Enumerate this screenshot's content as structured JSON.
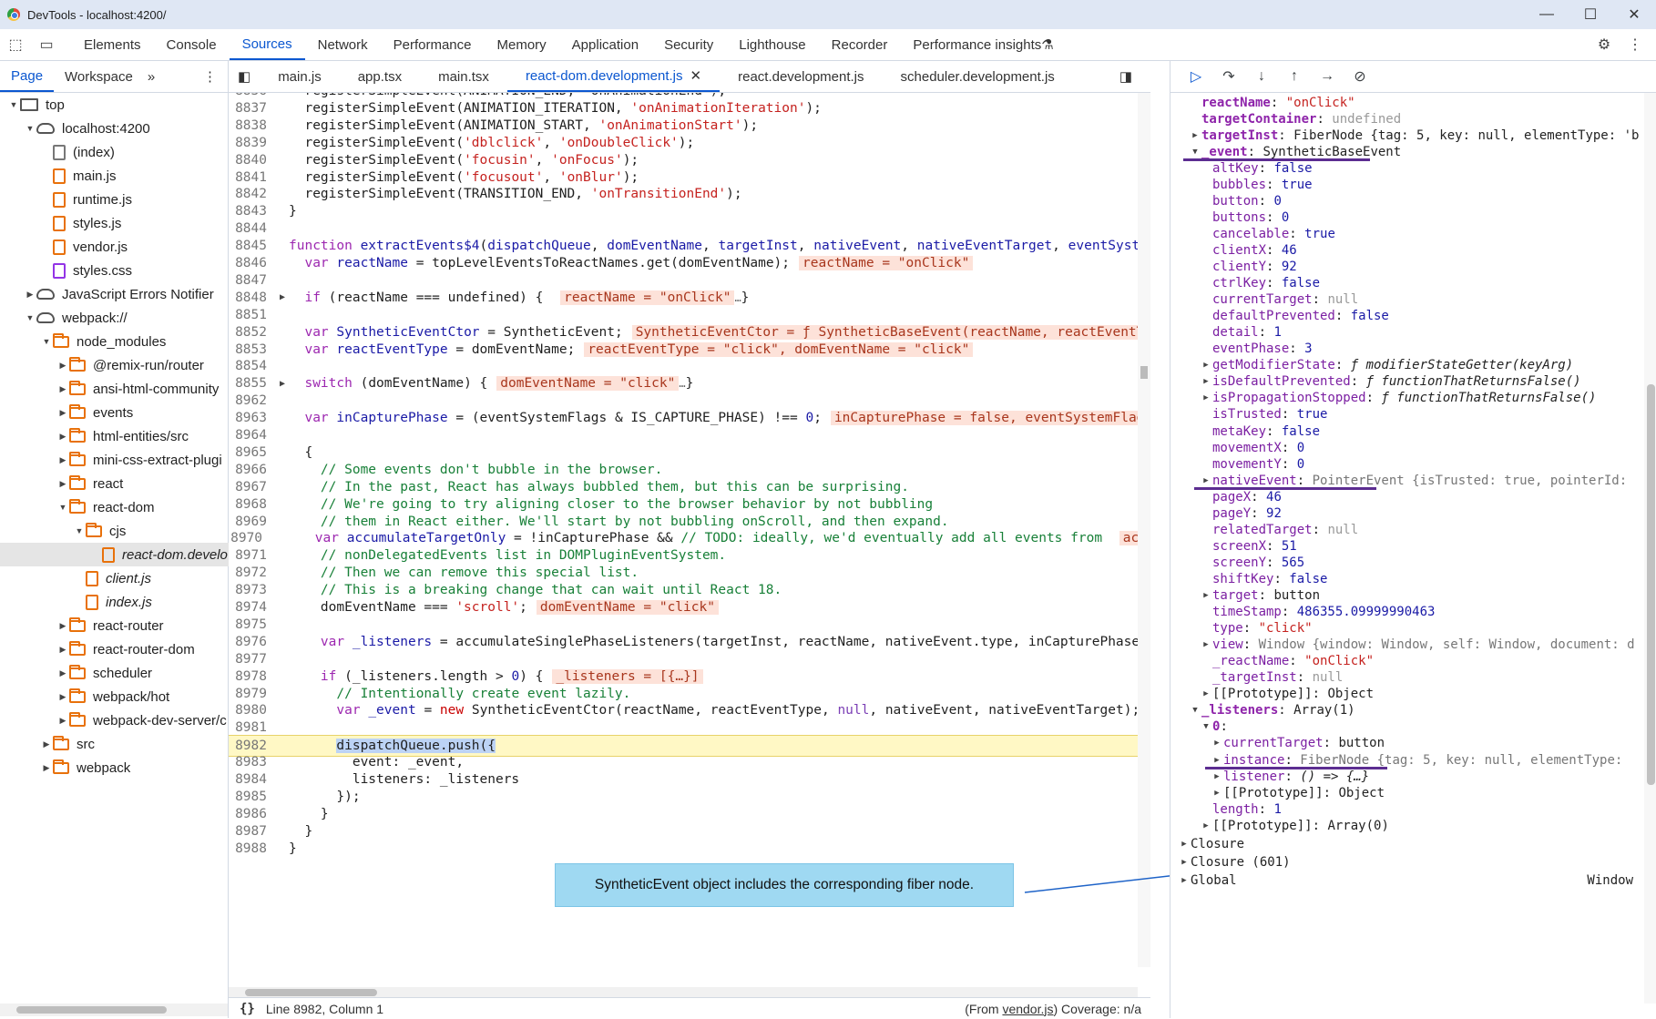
{
  "window": {
    "title": "DevTools - localhost:4200/"
  },
  "main_tabs": [
    "Elements",
    "Console",
    "Sources",
    "Network",
    "Performance",
    "Memory",
    "Application",
    "Security",
    "Lighthouse",
    "Recorder",
    "Performance insights"
  ],
  "active_main_tab": "Sources",
  "left": {
    "tabs": [
      "Page",
      "Workspace"
    ],
    "tree": [
      {
        "label": "top",
        "depth": 0,
        "arrow": "down",
        "icon": "frame"
      },
      {
        "label": "localhost:4200",
        "depth": 1,
        "arrow": "down",
        "icon": "cloud"
      },
      {
        "label": "(index)",
        "depth": 2,
        "arrow": "",
        "icon": "file-gray"
      },
      {
        "label": "main.js",
        "depth": 2,
        "arrow": "",
        "icon": "file"
      },
      {
        "label": "runtime.js",
        "depth": 2,
        "arrow": "",
        "icon": "file"
      },
      {
        "label": "styles.js",
        "depth": 2,
        "arrow": "",
        "icon": "file"
      },
      {
        "label": "vendor.js",
        "depth": 2,
        "arrow": "",
        "icon": "file"
      },
      {
        "label": "styles.css",
        "depth": 2,
        "arrow": "",
        "icon": "file-purple"
      },
      {
        "label": "JavaScript Errors Notifier",
        "depth": 1,
        "arrow": "right",
        "icon": "cloud"
      },
      {
        "label": "webpack://",
        "depth": 1,
        "arrow": "down",
        "icon": "cloud"
      },
      {
        "label": "node_modules",
        "depth": 2,
        "arrow": "down",
        "icon": "folder"
      },
      {
        "label": "@remix-run/router",
        "depth": 3,
        "arrow": "right",
        "icon": "folder"
      },
      {
        "label": "ansi-html-community",
        "depth": 3,
        "arrow": "right",
        "icon": "folder"
      },
      {
        "label": "events",
        "depth": 3,
        "arrow": "right",
        "icon": "folder"
      },
      {
        "label": "html-entities/src",
        "depth": 3,
        "arrow": "right",
        "icon": "folder"
      },
      {
        "label": "mini-css-extract-plugi",
        "depth": 3,
        "arrow": "right",
        "icon": "folder"
      },
      {
        "label": "react",
        "depth": 3,
        "arrow": "right",
        "icon": "folder"
      },
      {
        "label": "react-dom",
        "depth": 3,
        "arrow": "down",
        "icon": "folder"
      },
      {
        "label": "cjs",
        "depth": 4,
        "arrow": "down",
        "icon": "folder"
      },
      {
        "label": "react-dom.develo",
        "depth": 5,
        "arrow": "",
        "icon": "file",
        "italic": true,
        "selected": true
      },
      {
        "label": "client.js",
        "depth": 4,
        "arrow": "",
        "icon": "file",
        "italic": true
      },
      {
        "label": "index.js",
        "depth": 4,
        "arrow": "",
        "icon": "file",
        "italic": true
      },
      {
        "label": "react-router",
        "depth": 3,
        "arrow": "right",
        "icon": "folder"
      },
      {
        "label": "react-router-dom",
        "depth": 3,
        "arrow": "right",
        "icon": "folder"
      },
      {
        "label": "scheduler",
        "depth": 3,
        "arrow": "right",
        "icon": "folder"
      },
      {
        "label": "webpack/hot",
        "depth": 3,
        "arrow": "right",
        "icon": "folder"
      },
      {
        "label": "webpack-dev-server/c",
        "depth": 3,
        "arrow": "right",
        "icon": "folder"
      },
      {
        "label": "src",
        "depth": 2,
        "arrow": "right",
        "icon": "folder"
      },
      {
        "label": "webpack",
        "depth": 2,
        "arrow": "right",
        "icon": "folder"
      }
    ]
  },
  "editor": {
    "tabs": [
      "main.js",
      "app.tsx",
      "main.tsx",
      "react-dom.development.js",
      "react.development.js",
      "scheduler.development.js"
    ],
    "active_tab": "react-dom.development.js",
    "lines": [
      {
        "n": "8836",
        "html": "  registerSimpleEvent(ANIMATION_END, 'onAnimationEnd');"
      },
      {
        "n": "8837",
        "html": "  registerSimpleEvent(ANIMATION_ITERATION, <s>'onAnimationIteration'</s>);"
      },
      {
        "n": "8838",
        "html": "  registerSimpleEvent(ANIMATION_START, <s>'onAnimationStart'</s>);"
      },
      {
        "n": "8839",
        "html": "  registerSimpleEvent(<s>'dblclick'</s>, <s>'onDoubleClick'</s>);"
      },
      {
        "n": "8840",
        "html": "  registerSimpleEvent(<s>'focusin'</s>, <s>'onFocus'</s>);"
      },
      {
        "n": "8841",
        "html": "  registerSimpleEvent(<s>'focusout'</s>, <s>'onBlur'</s>);"
      },
      {
        "n": "8842",
        "html": "  registerSimpleEvent(TRANSITION_END, <s>'onTransitionEnd'</s>);"
      },
      {
        "n": "8843",
        "html": "}"
      },
      {
        "n": "8844",
        "html": ""
      },
      {
        "n": "8845",
        "html": "<k>function</k> <f>extractEvents$4</f>(<v>dispatchQueue</v>, <v>domEventName</v>, <v>targetInst</v>, <v>nativeEvent</v>, <v>nativeEventTarget</v>, <v>eventSyste</v>"
      },
      {
        "n": "8846",
        "html": "  <k>var</k> <v>reactName</v> = topLevelEventsToReactNames.get(domEventName);<i>reactName = \"onClick\"</i>"
      },
      {
        "n": "8847",
        "html": ""
      },
      {
        "n": "8848",
        "fold": true,
        "html": "  <k>if</k> (reactName === undefined) { <i>reactName = \"onClick\"</i><e>…</e>}"
      },
      {
        "n": "8851",
        "html": ""
      },
      {
        "n": "8852",
        "html": "  <k>var</k> <v>SyntheticEventCtor</v> = SyntheticEvent;<i>SyntheticEventCtor = ƒ SyntheticBaseEvent(reactName, reactEventT</i>"
      },
      {
        "n": "8853",
        "html": "  <k>var</k> <v>reactEventType</v> = domEventName;<i>reactEventType = \"click\", domEventName = \"click\"</i>"
      },
      {
        "n": "8854",
        "html": ""
      },
      {
        "n": "8855",
        "fold": true,
        "html": "  <k>switch</k> (domEventName) {<i>domEventName = \"click\"</i><e>…</e>}"
      },
      {
        "n": "8962",
        "html": ""
      },
      {
        "n": "8963",
        "html": "  <k>var</k> <v>inCapturePhase</v> = (eventSystemFlags &amp; IS_CAPTURE_PHASE) !== <n>0</n>;<i>inCapturePhase = false, eventSystemFlag</i>"
      },
      {
        "n": "8964",
        "html": ""
      },
      {
        "n": "8965",
        "html": "  {"
      },
      {
        "n": "8966",
        "html": "    <c>// Some events don't bubble in the browser.</c>"
      },
      {
        "n": "8967",
        "html": "    <c>// In the past, React has always bubbled them, but this can be surprising.</c>"
      },
      {
        "n": "8968",
        "html": "    <c>// We're going to try aligning closer to the browser behavior by not bubbling</c>"
      },
      {
        "n": "8969",
        "html": "    <c>// them in React either. We'll start by not bubbling onScroll, and then expand.</c>"
      },
      {
        "n": "8970",
        "html": "    <k>var</k> <v>accumulateTargetOnly</v> = !inCapturePhase &amp;&amp; <c>// TODO: ideally, we'd eventually add all events from</c> <i>acc</i>"
      },
      {
        "n": "8971",
        "html": "    <c>// nonDelegatedEvents list in DOMPluginEventSystem.</c>"
      },
      {
        "n": "8972",
        "html": "    <c>// Then we can remove this special list.</c>"
      },
      {
        "n": "8973",
        "html": "    <c>// This is a breaking change that can wait until React 18.</c>"
      },
      {
        "n": "8974",
        "html": "    domEventName === <s>'scroll'</s>;<i>domEventName = \"click\"</i>"
      },
      {
        "n": "8975",
        "html": ""
      },
      {
        "n": "8976",
        "html": "    <k>var</k> <v>_listeners</v> = accumulateSinglePhaseListeners(targetInst, reactName, nativeEvent.type, inCapturePhase,"
      },
      {
        "n": "8977",
        "html": ""
      },
      {
        "n": "8978",
        "html": "    <k>if</k> (_listeners.length &gt; <n>0</n>) {<i>_listeners = [{…}]</i>"
      },
      {
        "n": "8979",
        "html": "      <c>// Intentionally create event lazily.</c>"
      },
      {
        "n": "8980",
        "html": "      <k>var</k> <v>_event</v> = <r>new</r> SyntheticEventCtor(reactName, reactEventType, <u>null</u>, nativeEvent, nativeEventTarget);"
      },
      {
        "n": "8981",
        "html": ""
      },
      {
        "n": "8982",
        "exec": true,
        "html": "      <h>dispatchQueue.push({</h>"
      },
      {
        "n": "8983",
        "html": "        event: _event,"
      },
      {
        "n": "8984",
        "html": "        listeners: _listeners"
      },
      {
        "n": "8985",
        "html": "      });"
      },
      {
        "n": "8986",
        "html": "    }"
      },
      {
        "n": "8987",
        "html": "  }"
      },
      {
        "n": "8988",
        "html": "}"
      }
    ],
    "status": {
      "position": "Line 8982, Column 1",
      "source_prefix": "(From ",
      "source_link": "vendor.js",
      "source_suffix": ") Coverage: n/a"
    }
  },
  "callout": {
    "text": "SyntheticEvent object includes the corresponding fiber node."
  },
  "scope": [
    {
      "indent": 1,
      "arrow": "",
      "key": "reactName",
      "sep": ": ",
      "val": "\"onClick\"",
      "vt": "str"
    },
    {
      "indent": 1,
      "arrow": "",
      "key": "targetContainer",
      "sep": ": ",
      "val": "undefined",
      "vt": "null"
    },
    {
      "indent": 1,
      "arrow": "right",
      "key": "targetInst",
      "sep": ": ",
      "val": "FiberNode {tag: 5, key: null, elementType: 'b",
      "vt": "obj"
    },
    {
      "indent": 1,
      "arrow": "down",
      "key": "_event",
      "sep": ": ",
      "val": "SyntheticBaseEvent",
      "vt": "obj",
      "underline": true
    },
    {
      "indent": 2,
      "arrow": "",
      "key": "altKey",
      "sep": ": ",
      "val": "false",
      "vt": "bool"
    },
    {
      "indent": 2,
      "arrow": "",
      "key": "bubbles",
      "sep": ": ",
      "val": "true",
      "vt": "bool"
    },
    {
      "indent": 2,
      "arrow": "",
      "key": "button",
      "sep": ": ",
      "val": "0",
      "vt": "num"
    },
    {
      "indent": 2,
      "arrow": "",
      "key": "buttons",
      "sep": ": ",
      "val": "0",
      "vt": "num"
    },
    {
      "indent": 2,
      "arrow": "",
      "key": "cancelable",
      "sep": ": ",
      "val": "true",
      "vt": "bool"
    },
    {
      "indent": 2,
      "arrow": "",
      "key": "clientX",
      "sep": ": ",
      "val": "46",
      "vt": "num"
    },
    {
      "indent": 2,
      "arrow": "",
      "key": "clientY",
      "sep": ": ",
      "val": "92",
      "vt": "num"
    },
    {
      "indent": 2,
      "arrow": "",
      "key": "ctrlKey",
      "sep": ": ",
      "val": "false",
      "vt": "bool"
    },
    {
      "indent": 2,
      "arrow": "",
      "key": "currentTarget",
      "sep": ": ",
      "val": "null",
      "vt": "null"
    },
    {
      "indent": 2,
      "arrow": "",
      "key": "defaultPrevented",
      "sep": ": ",
      "val": "false",
      "vt": "bool"
    },
    {
      "indent": 2,
      "arrow": "",
      "key": "detail",
      "sep": ": ",
      "val": "1",
      "vt": "num"
    },
    {
      "indent": 2,
      "arrow": "",
      "key": "eventPhase",
      "sep": ": ",
      "val": "3",
      "vt": "num"
    },
    {
      "indent": 2,
      "arrow": "right",
      "key": "getModifierState",
      "sep": ": ",
      "val": "ƒ modifierStateGetter(keyArg)",
      "vt": "fn"
    },
    {
      "indent": 2,
      "arrow": "right",
      "key": "isDefaultPrevented",
      "sep": ": ",
      "val": "ƒ functionThatReturnsFalse()",
      "vt": "fn"
    },
    {
      "indent": 2,
      "arrow": "right",
      "key": "isPropagationStopped",
      "sep": ": ",
      "val": "ƒ functionThatReturnsFalse()",
      "vt": "fn"
    },
    {
      "indent": 2,
      "arrow": "",
      "key": "isTrusted",
      "sep": ": ",
      "val": "true",
      "vt": "bool"
    },
    {
      "indent": 2,
      "arrow": "",
      "key": "metaKey",
      "sep": ": ",
      "val": "false",
      "vt": "bool"
    },
    {
      "indent": 2,
      "arrow": "",
      "key": "movementX",
      "sep": ": ",
      "val": "0",
      "vt": "num"
    },
    {
      "indent": 2,
      "arrow": "",
      "key": "movementY",
      "sep": ": ",
      "val": "0",
      "vt": "num"
    },
    {
      "indent": 2,
      "arrow": "right",
      "key": "nativeEvent",
      "sep": ": ",
      "val": "PointerEvent {isTrusted: true, pointerId:",
      "vt": "faded",
      "underline": true
    },
    {
      "indent": 2,
      "arrow": "",
      "key": "pageX",
      "sep": ": ",
      "val": "46",
      "vt": "num"
    },
    {
      "indent": 2,
      "arrow": "",
      "key": "pageY",
      "sep": ": ",
      "val": "92",
      "vt": "num"
    },
    {
      "indent": 2,
      "arrow": "",
      "key": "relatedTarget",
      "sep": ": ",
      "val": "null",
      "vt": "null"
    },
    {
      "indent": 2,
      "arrow": "",
      "key": "screenX",
      "sep": ": ",
      "val": "51",
      "vt": "num"
    },
    {
      "indent": 2,
      "arrow": "",
      "key": "screenY",
      "sep": ": ",
      "val": "565",
      "vt": "num"
    },
    {
      "indent": 2,
      "arrow": "",
      "key": "shiftKey",
      "sep": ": ",
      "val": "false",
      "vt": "bool"
    },
    {
      "indent": 2,
      "arrow": "right",
      "key": "target",
      "sep": ": ",
      "val": "button",
      "vt": "obj"
    },
    {
      "indent": 2,
      "arrow": "",
      "key": "timeStamp",
      "sep": ": ",
      "val": "486355.09999990463",
      "vt": "num"
    },
    {
      "indent": 2,
      "arrow": "",
      "key": "type",
      "sep": ": ",
      "val": "\"click\"",
      "vt": "str"
    },
    {
      "indent": 2,
      "arrow": "right",
      "key": "view",
      "sep": ": ",
      "val": "Window {window: Window, self: Window, document: d",
      "vt": "faded"
    },
    {
      "indent": 2,
      "arrow": "",
      "key": "_reactName",
      "sep": ": ",
      "val": "\"onClick\"",
      "vt": "str"
    },
    {
      "indent": 2,
      "arrow": "",
      "key": "_targetInst",
      "sep": ": ",
      "val": "null",
      "vt": "null"
    },
    {
      "indent": 2,
      "arrow": "right",
      "key": "[[Prototype]]",
      "sep": ": ",
      "val": "Object",
      "vt": "obj",
      "keyplain": true
    },
    {
      "indent": 1,
      "arrow": "down",
      "key": "_listeners",
      "sep": ": ",
      "val": "Array(1)",
      "vt": "obj"
    },
    {
      "indent": 2,
      "arrow": "down",
      "key": "0",
      "sep": ":",
      "val": "",
      "vt": "obj"
    },
    {
      "indent": 3,
      "arrow": "right",
      "key": "currentTarget",
      "sep": ": ",
      "val": "button",
      "vt": "obj"
    },
    {
      "indent": 3,
      "arrow": "right",
      "key": "instance",
      "sep": ": ",
      "val": "FiberNode {tag: 5, key: null, elementType:",
      "vt": "faded",
      "underline": true
    },
    {
      "indent": 3,
      "arrow": "right",
      "key": "listener",
      "sep": ": ",
      "val": "() => {…}",
      "vt": "fn"
    },
    {
      "indent": 3,
      "arrow": "right",
      "key": "[[Prototype]]",
      "sep": ": ",
      "val": "Object",
      "vt": "obj",
      "keyplain": true
    },
    {
      "indent": 2,
      "arrow": "",
      "key": "length",
      "sep": ": ",
      "val": "1",
      "vt": "num"
    },
    {
      "indent": 2,
      "arrow": "right",
      "key": "[[Prototype]]",
      "sep": ": ",
      "val": "Array(0)",
      "vt": "obj",
      "keyplain": true
    }
  ],
  "scope_sections": [
    {
      "label": "Closure",
      "right": ""
    },
    {
      "label": "Closure (601)",
      "right": ""
    },
    {
      "label": "Global",
      "right": "Window"
    }
  ],
  "colors": {
    "accent": "#0b57d0",
    "underline": "#5c2d91",
    "callout": "#9fd9f2"
  }
}
